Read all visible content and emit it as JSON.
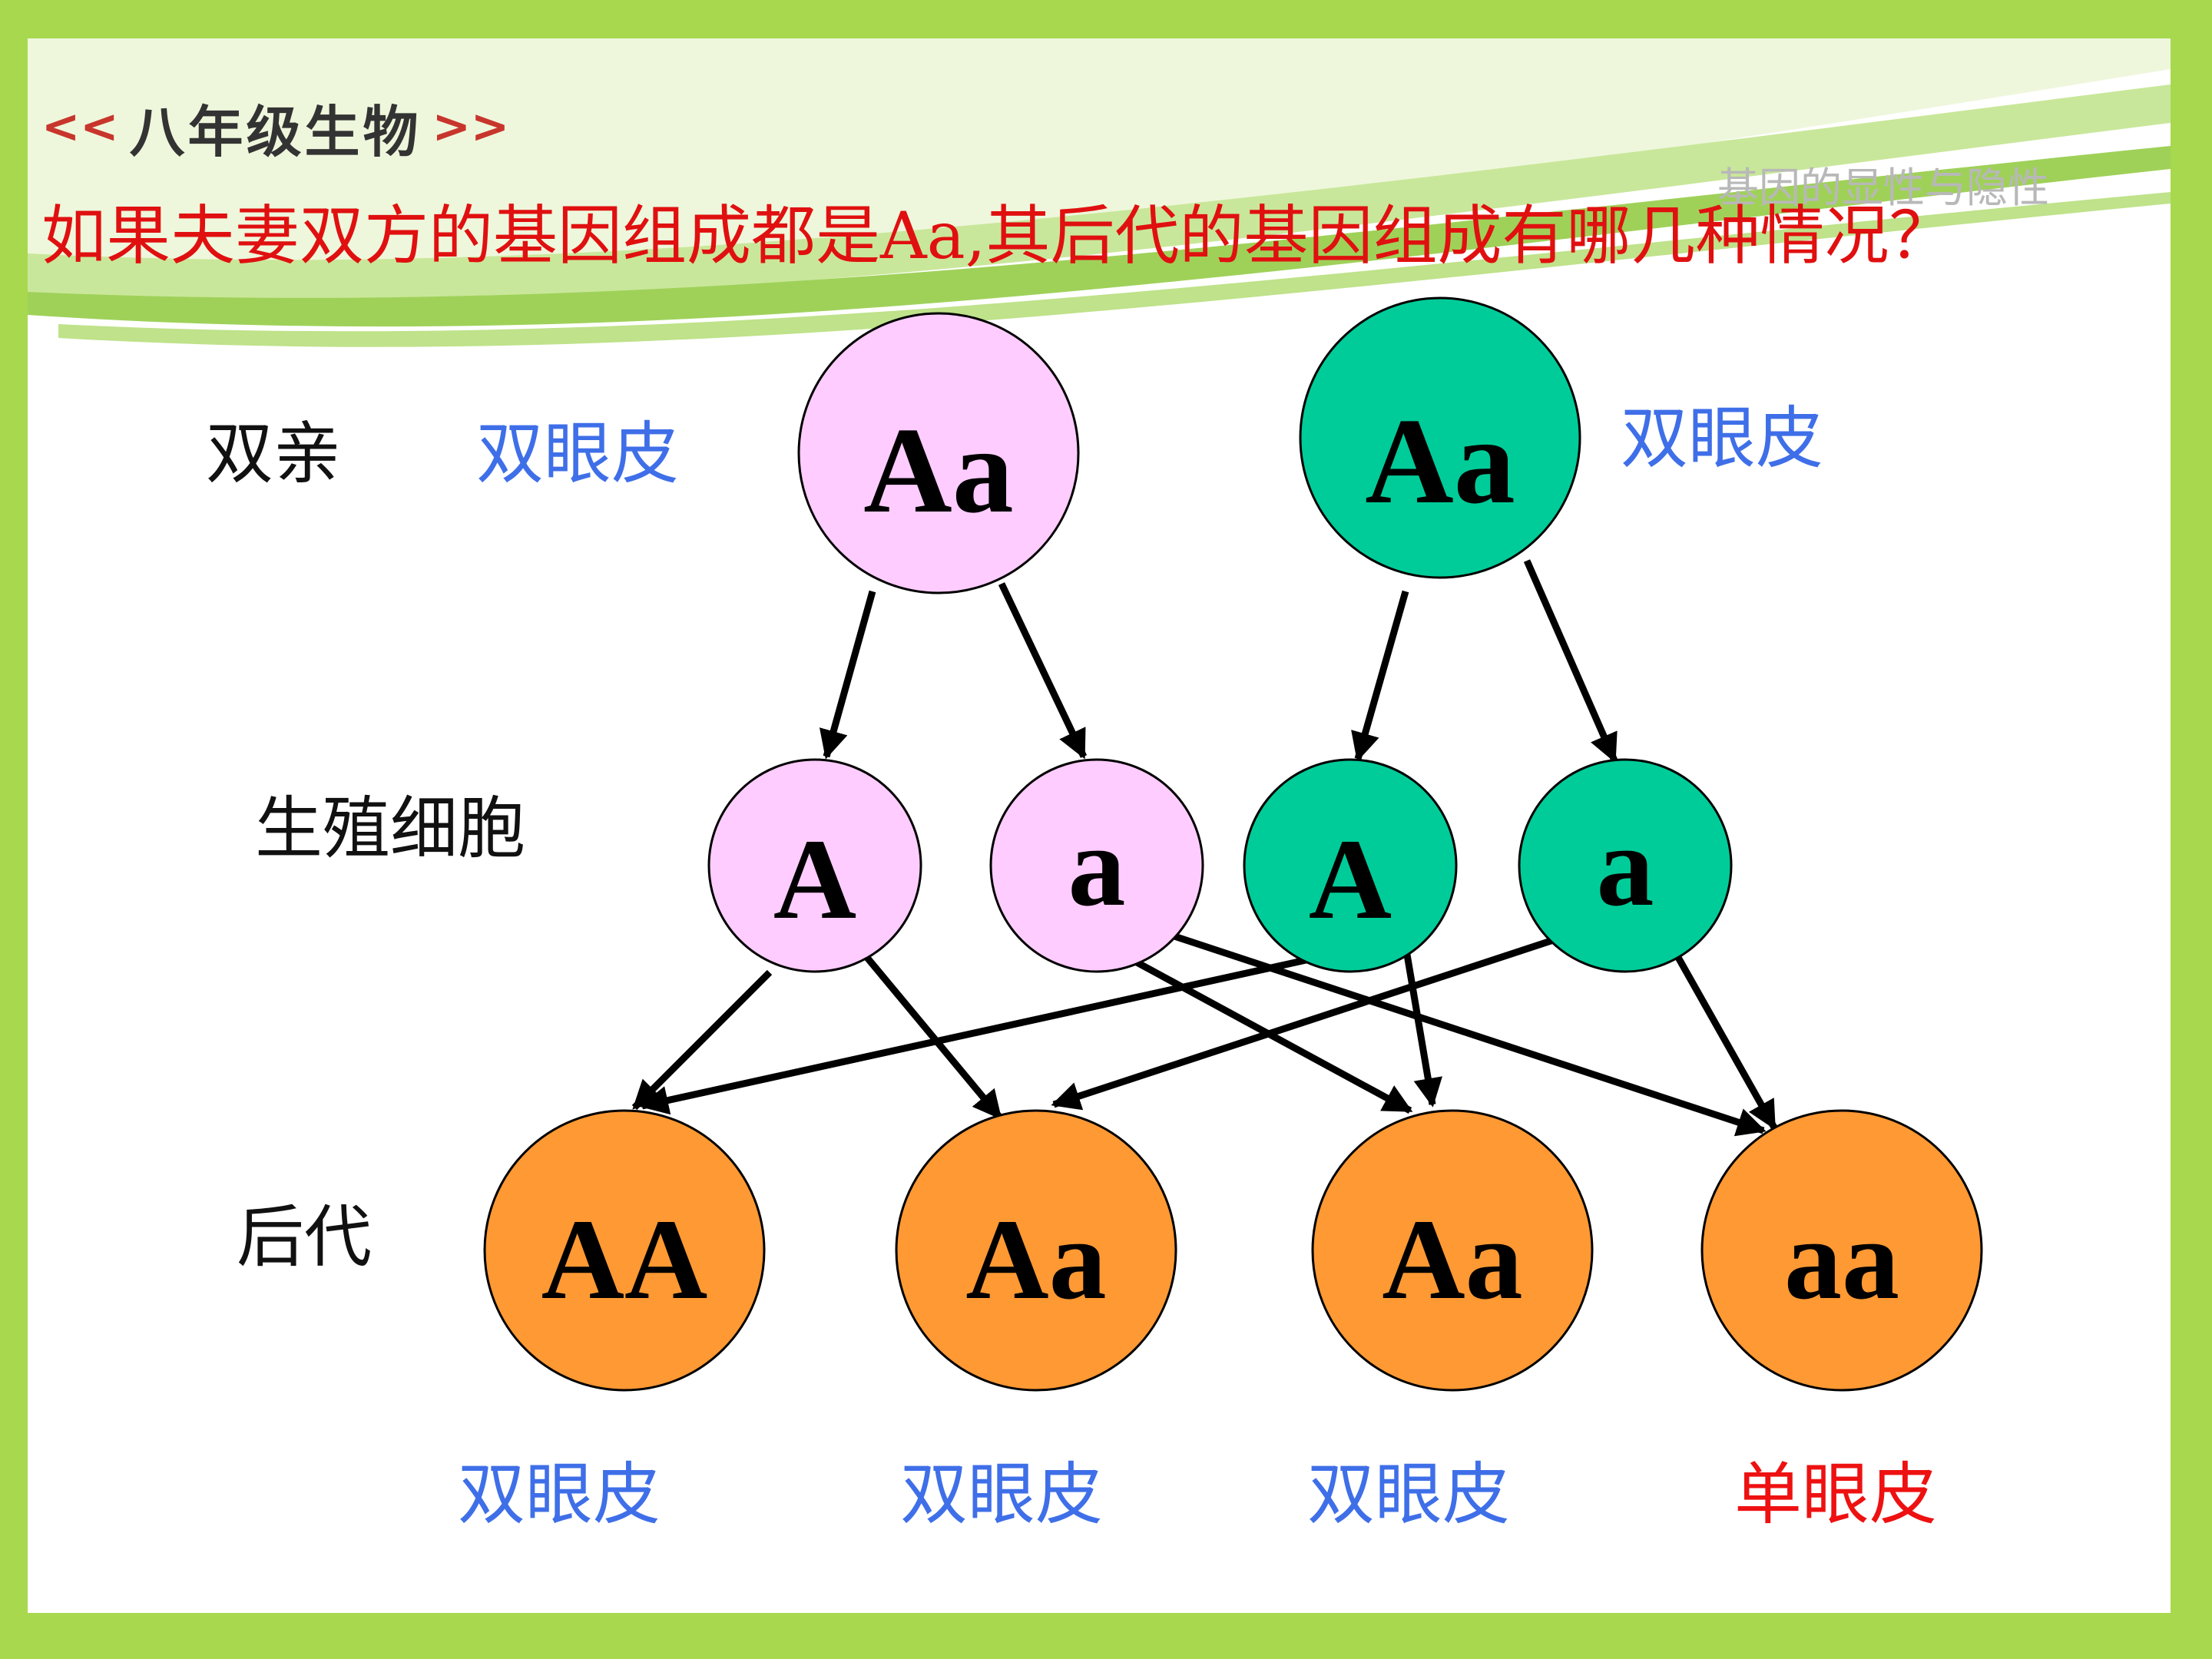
{
  "header": {
    "badge": "八年级生物",
    "lesson_title": "基因的显性与隐性"
  },
  "question": "如果夫妻双方的基因组成都是Aa,其后代的基因组成有哪几种情况？",
  "rows": {
    "parents": "双亲",
    "gametes": "生殖细胞",
    "offspring": "后代"
  },
  "parents": [
    {
      "genotype": "Aa",
      "trait": "双眼皮",
      "color": "#ffccff"
    },
    {
      "genotype": "Aa",
      "trait": "双眼皮",
      "color": "#00cc99"
    }
  ],
  "gametes": [
    {
      "allele": "A",
      "color": "#ffccff"
    },
    {
      "allele": "a",
      "color": "#ffccff"
    },
    {
      "allele": "A",
      "color": "#00cc99"
    },
    {
      "allele": "a",
      "color": "#00cc99"
    }
  ],
  "offspring": [
    {
      "genotype": "AA",
      "trait": "双眼皮",
      "trait_color": "#3f6fe8"
    },
    {
      "genotype": "Aa",
      "trait": "双眼皮",
      "trait_color": "#3f6fe8"
    },
    {
      "genotype": "Aa",
      "trait": "双眼皮",
      "trait_color": "#3f6fe8"
    },
    {
      "genotype": "aa",
      "trait": "单眼皮",
      "trait_color": "#ee1111"
    }
  ],
  "colors": {
    "border_green": "#a8d84e",
    "offspring_fill": "#ff9933",
    "question_red": "#e01010",
    "trait_blue": "#3f6fe8"
  }
}
